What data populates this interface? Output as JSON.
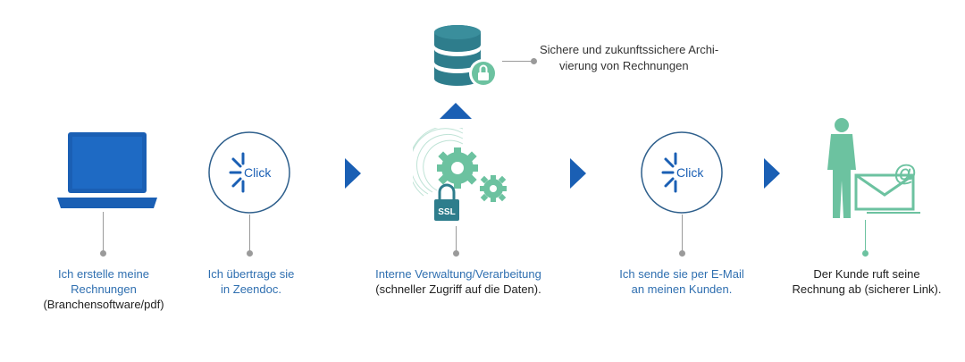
{
  "steps": [
    {
      "line1": "Ich erstelle meine",
      "line2": "Rechnungen",
      "line3": "(Branchensoftware/pdf)"
    },
    {
      "line1": "Ich übertrage sie",
      "line2": "in Zeendoc."
    },
    {
      "line1": "Interne Verwaltung/Verarbeitung",
      "line2": "(schneller Zugriff auf die Daten)."
    },
    {
      "line1": "Ich sende sie per E-Mail",
      "line2": "an meinen Kunden."
    },
    {
      "line1": "Der Kunde ruft seine",
      "line2": "Rechnung ab (sicherer Link)."
    }
  ],
  "archive": {
    "line1": "Sichere und zukunftssichere Archi-",
    "line2": "vierung von Rechnungen"
  },
  "click_text": "Click",
  "ssl_text": "SSL",
  "at_symbol": "@",
  "icons": [
    "laptop-icon",
    "click-icon",
    "database-lock-icon",
    "gears-ssl-icon",
    "customer-mail-icon",
    "arrow-right-icon",
    "arrow-up-icon"
  ],
  "colors": {
    "blue": "#1a5fb4",
    "teal": "#2e7d8c",
    "green": "#6cc2a0",
    "text_blue": "#2f6fb0",
    "gray": "#9a9a9a"
  }
}
